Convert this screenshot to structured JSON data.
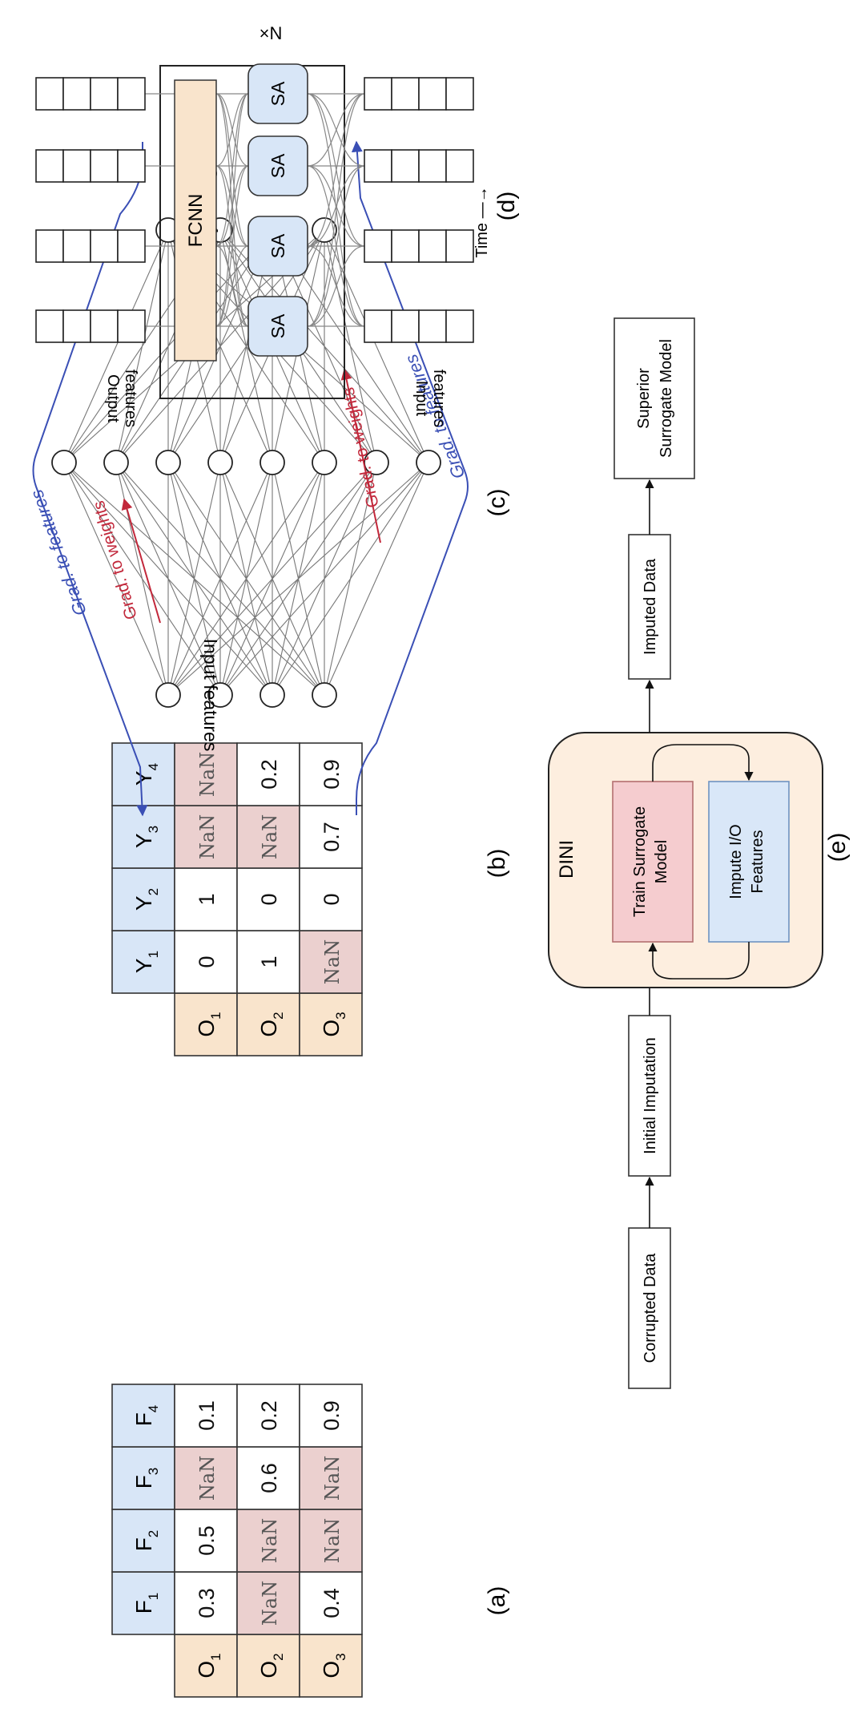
{
  "panels": {
    "a": {
      "label": "(a)",
      "row_headers": [
        "O",
        "O",
        "O"
      ],
      "row_subs": [
        "1",
        "2",
        "3"
      ],
      "col_headers": [
        "F",
        "F",
        "F",
        "F"
      ],
      "col_subs": [
        "1",
        "2",
        "3",
        "4"
      ],
      "cells": [
        [
          "0.3",
          "0.5",
          "NaN",
          "0.1"
        ],
        [
          "NaN",
          "NaN",
          "0.6",
          "0.2"
        ],
        [
          "0.4",
          "NaN",
          "NaN",
          "0.9"
        ]
      ]
    },
    "b": {
      "label": "(b)",
      "row_headers": [
        "O",
        "O",
        "O"
      ],
      "row_subs": [
        "1",
        "2",
        "3"
      ],
      "col_headers": [
        "Y",
        "Y",
        "Y",
        "Y"
      ],
      "col_subs": [
        "1",
        "2",
        "3",
        "4"
      ],
      "cells": [
        [
          "0",
          "1",
          "NaN",
          "NaN"
        ],
        [
          "1",
          "0",
          "NaN",
          "0.2"
        ],
        [
          "NaN",
          "0",
          "0.7",
          "0.9"
        ]
      ]
    },
    "c": {
      "label": "(c)",
      "input_features": "Input features",
      "output_features": "Output features",
      "grad_weights_1": "Grad. to weights",
      "grad_weights_2": "Grad. to weights",
      "grad_features_1": "Grad. to features",
      "grad_features_2": "Grad. to features"
    },
    "d": {
      "label": "(d)",
      "time": "Time —→",
      "fcnn": "FCNN",
      "sa": [
        "SA",
        "SA",
        "SA",
        "SA"
      ],
      "repeat": "×N",
      "output_features_1": "Output",
      "output_features_2": "features",
      "input_features_1": "Input",
      "input_features_2": "features"
    },
    "e": {
      "label": "(e)",
      "corrupted": "Corrupted Data",
      "initial": "Initial Imputation",
      "dini": "DINI",
      "train_1": "Train Surrogate",
      "train_2": "Model",
      "impute_1": "Impute I/O",
      "impute_2": "Features",
      "imputed": "Imputed Data",
      "superior_1": "Superior",
      "superior_2": "Surrogate Model"
    }
  },
  "colors": {
    "row_header": "#f9e4cc",
    "col_header": "#d8e6f7",
    "nan_fill": "#ebd0cf",
    "grad_weights": "#c2283b",
    "grad_features": "#3a4fb5",
    "dini_fill": "#fdeedf",
    "train_fill": "#f5cccf",
    "impute_fill": "#d9e7f8",
    "fcnn_fill": "#f9e4cc",
    "sa_fill": "#d8e6f7"
  }
}
